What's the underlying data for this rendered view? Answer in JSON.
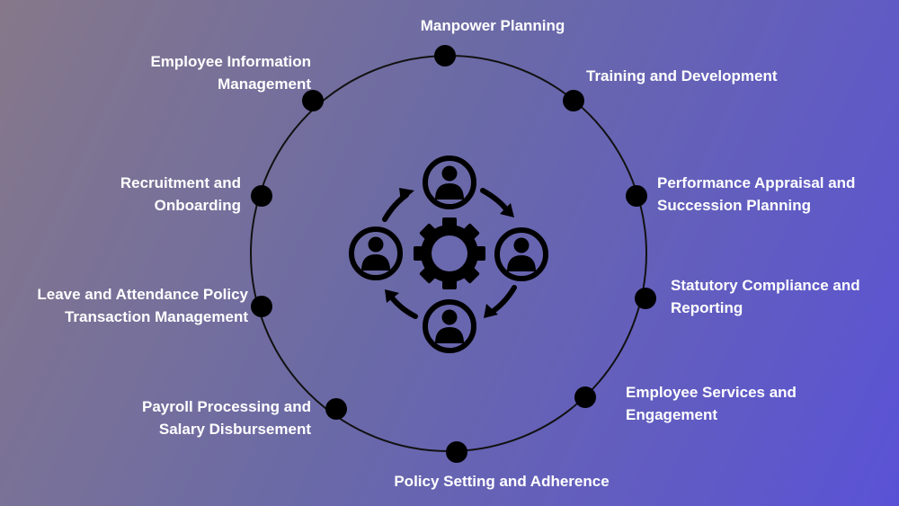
{
  "colors": {
    "text": "#ffffff",
    "ring": "#111111",
    "node": "#000000",
    "bg_start": "#86788a",
    "bg_end": "#5a52d6"
  },
  "center_icon": "people-gear-cycle-icon",
  "items": [
    {
      "id": "manpower",
      "lines": [
        "Manpower Planning"
      ]
    },
    {
      "id": "training",
      "lines": [
        "Training and Development"
      ]
    },
    {
      "id": "performance",
      "lines": [
        "Performance Appraisal and",
        "Succession Planning"
      ]
    },
    {
      "id": "compliance",
      "lines": [
        "Statutory Compliance and",
        "Reporting"
      ]
    },
    {
      "id": "services",
      "lines": [
        "Employee Services and",
        "Engagement"
      ]
    },
    {
      "id": "policy",
      "lines": [
        "Policy Setting and Adherence"
      ]
    },
    {
      "id": "payroll",
      "lines": [
        "Payroll Processing and",
        "Salary Disbursement"
      ]
    },
    {
      "id": "leave",
      "lines": [
        "Leave and Attendance Policy",
        "Transaction Management"
      ]
    },
    {
      "id": "recruitment",
      "lines": [
        "Recruitment and",
        "Onboarding"
      ]
    },
    {
      "id": "info",
      "lines": [
        "Employee Information",
        "Management"
      ]
    }
  ]
}
